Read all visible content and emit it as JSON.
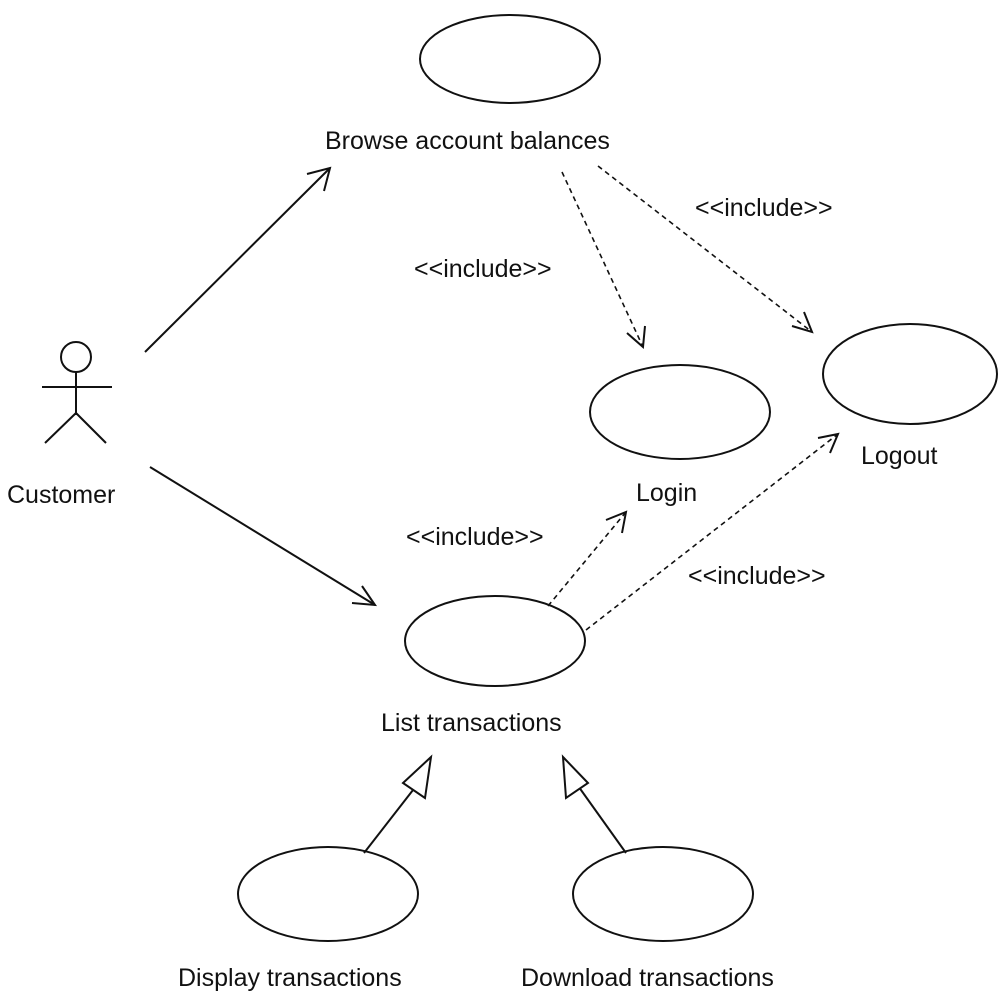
{
  "actor": {
    "label": "Customer"
  },
  "use_cases": {
    "browse": "Browse account balances",
    "login": "Login",
    "logout": "Logout",
    "list": "List transactions",
    "display": "Display transactions",
    "download": "Download transactions"
  },
  "relations": {
    "include_label": "<<include>>"
  },
  "colors": {
    "line": "#111111",
    "background": "#ffffff"
  }
}
